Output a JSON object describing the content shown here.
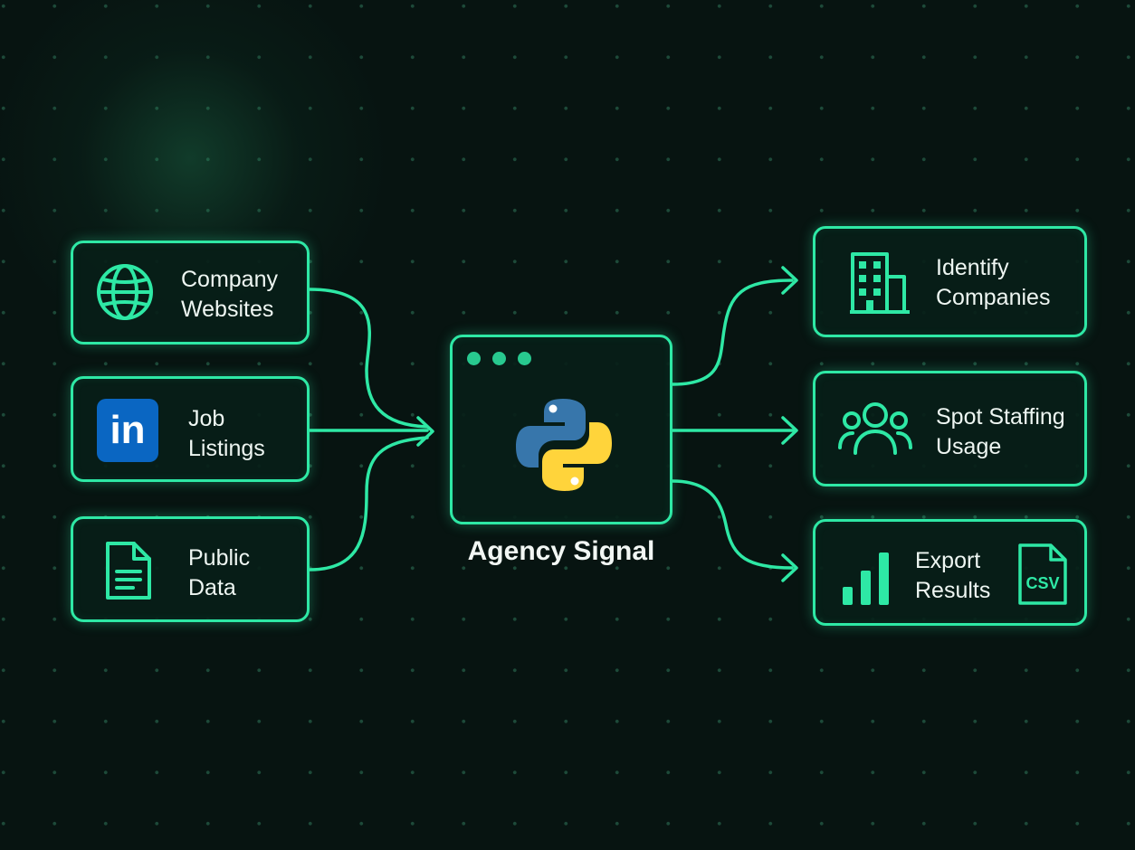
{
  "sources": [
    {
      "line1": "Company",
      "line2": "Websites",
      "icon": "globe-icon"
    },
    {
      "line1": "Job",
      "line2": "Listings",
      "icon": "linkedin-icon",
      "icon_text": "in"
    },
    {
      "line1": "Public",
      "line2": "Data",
      "icon": "document-icon"
    }
  ],
  "center": {
    "title": "Agency Signal",
    "icon": "python-logo"
  },
  "outputs": [
    {
      "line1": "Identify",
      "line2": "Companies",
      "icon": "building-icon"
    },
    {
      "line1": "Spot Staffing",
      "line2": "Usage",
      "icon": "people-icon"
    },
    {
      "line1": "Export",
      "line2": "Results",
      "icon": "bar-chart-icon",
      "badge_icon": "csv-file-icon",
      "badge": "CSV"
    }
  ],
  "colors": {
    "accent": "#2ee8a5",
    "background": "#071411",
    "linkedin": "#0a66c2",
    "python_blue": "#3776ab",
    "python_yellow": "#ffd43b"
  }
}
